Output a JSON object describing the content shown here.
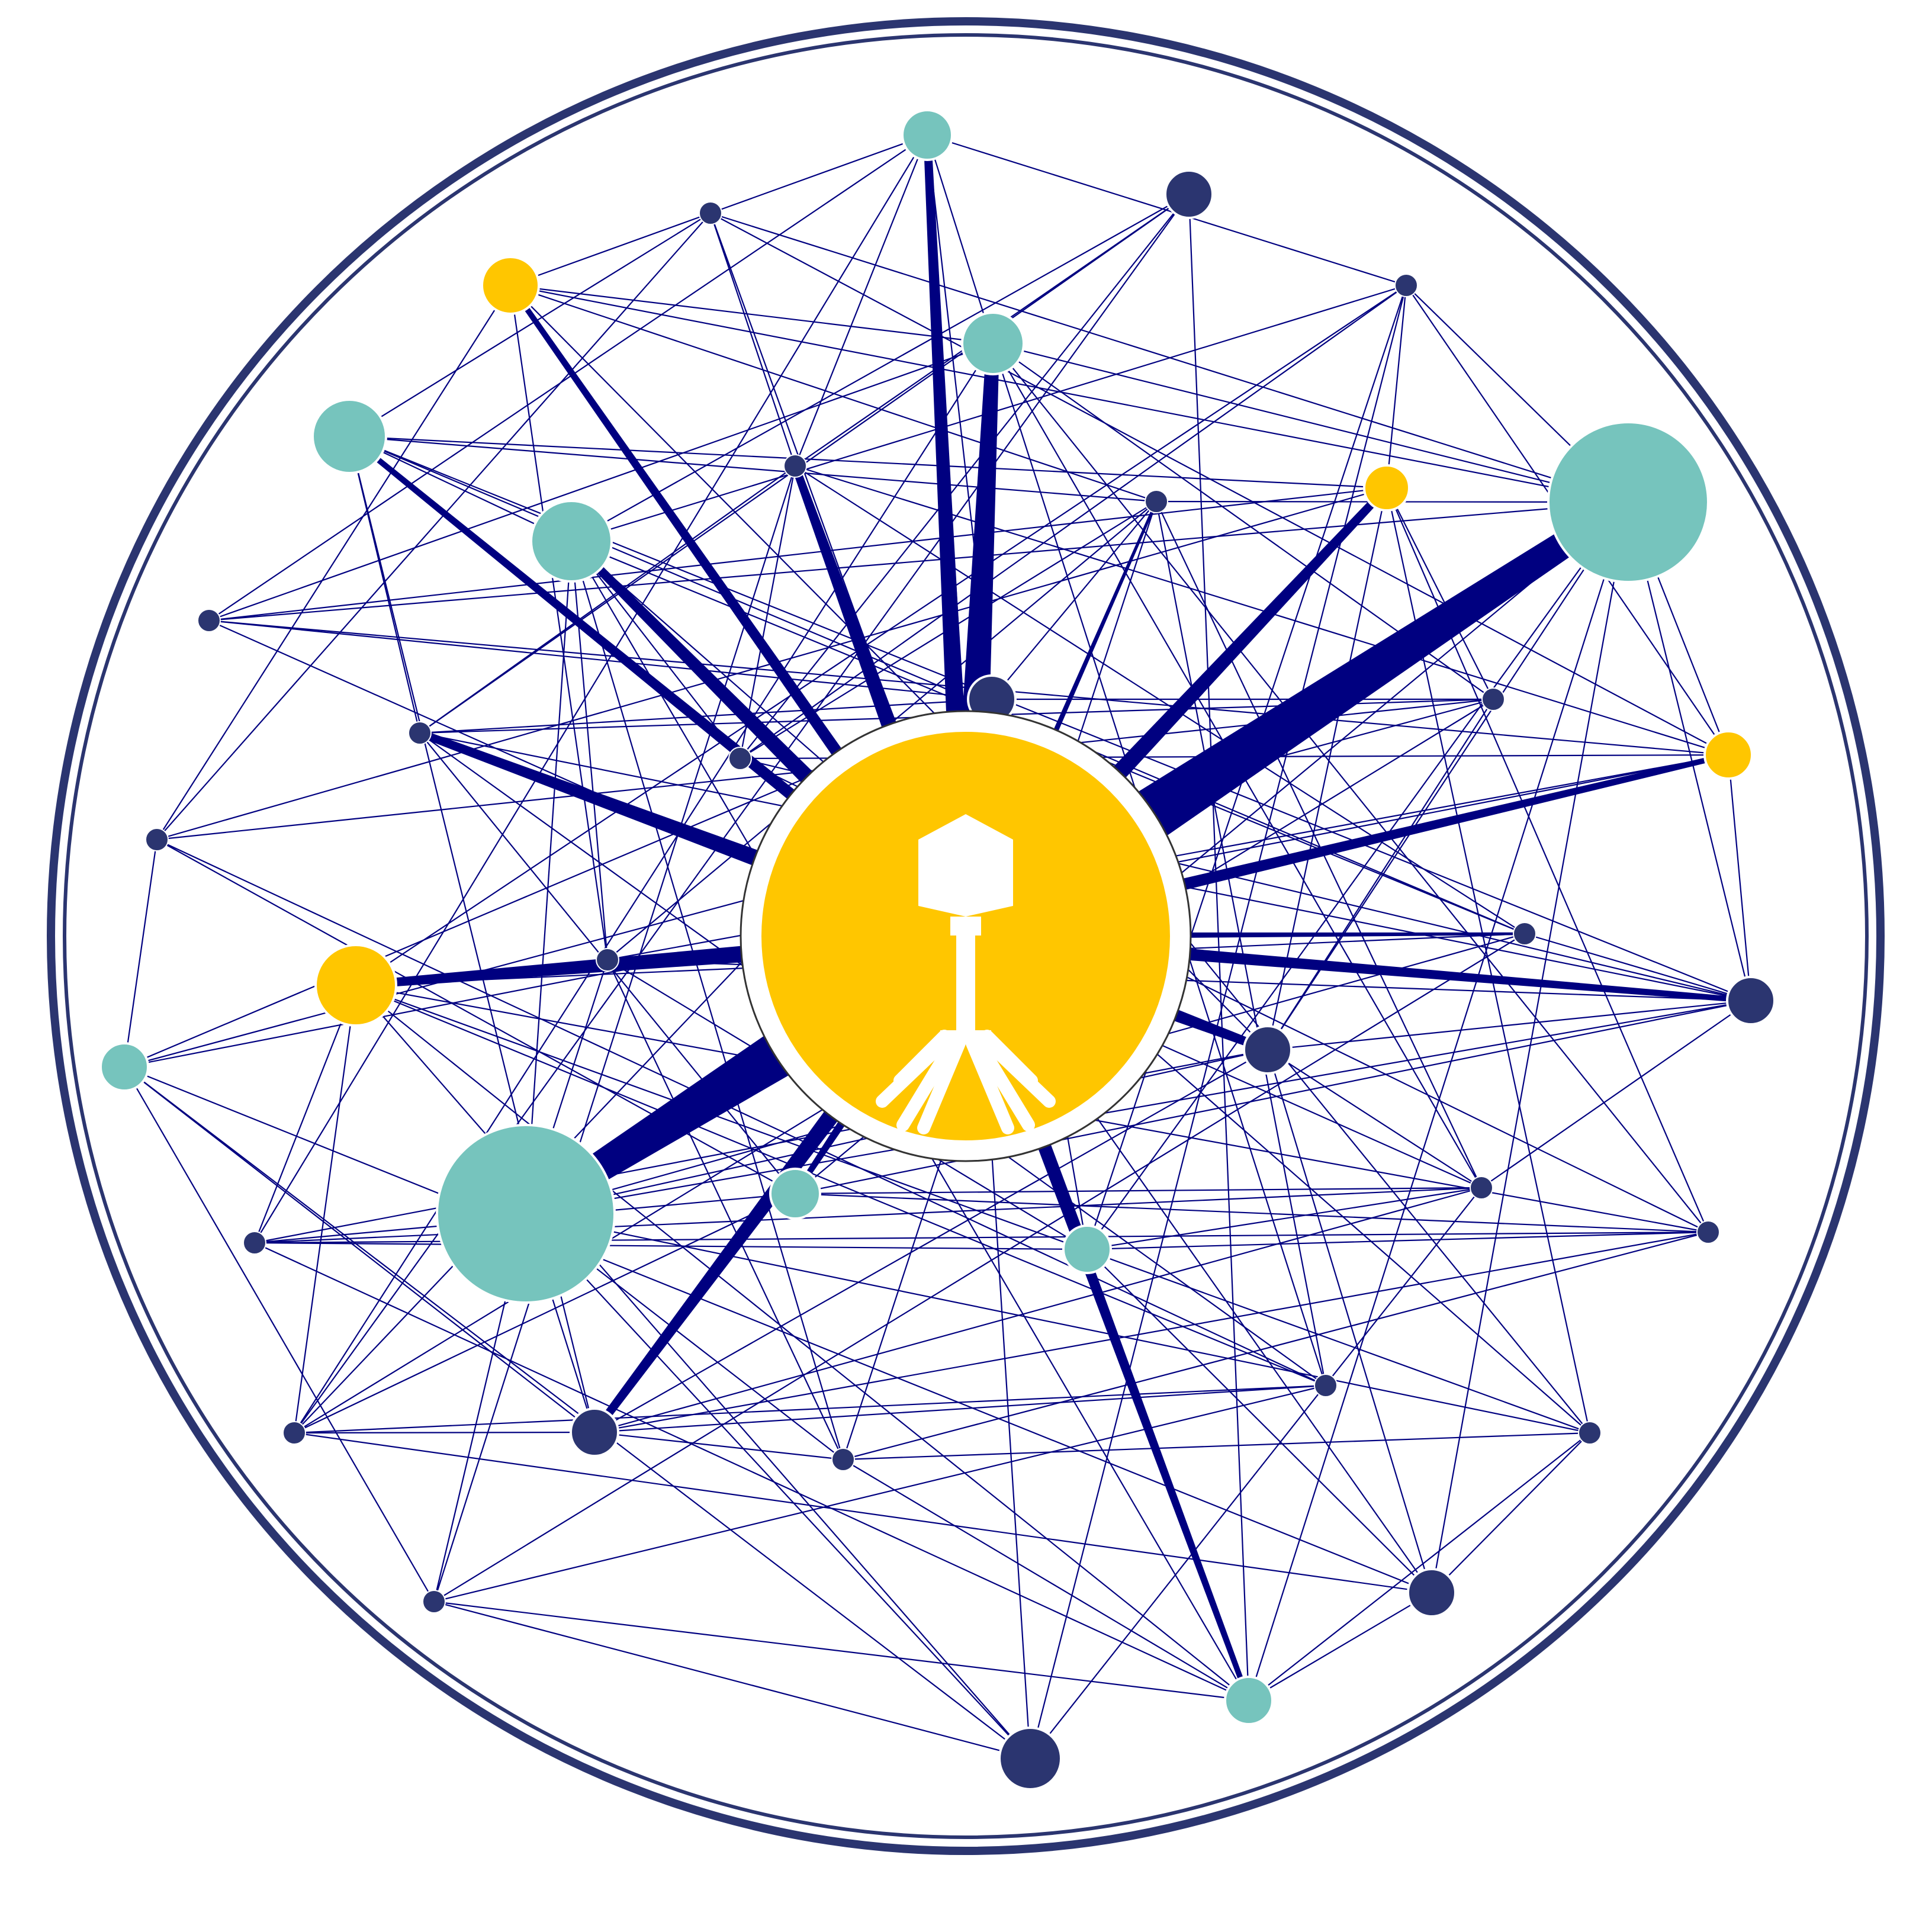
{
  "logo": {
    "name": "phage-network-logo",
    "palette": {
      "ring": "#2b3570",
      "edge": "#000080",
      "teal": "#76c4bd",
      "gold": "#ffc600",
      "navy": "#2b3570",
      "icon": "#ffffff",
      "background": "#ffffff"
    },
    "center_icon": "bacteriophage-icon"
  },
  "graph": {
    "nodes": [
      {
        "id": "n1",
        "color": "teal",
        "size": "small"
      },
      {
        "id": "n2",
        "color": "navy",
        "size": "small"
      },
      {
        "id": "n3",
        "color": "navy",
        "size": "tiny"
      },
      {
        "id": "n4",
        "color": "gold",
        "size": "small"
      },
      {
        "id": "n5",
        "color": "navy",
        "size": "tiny"
      },
      {
        "id": "n6",
        "color": "teal",
        "size": "small"
      },
      {
        "id": "n7",
        "color": "teal",
        "size": "small"
      },
      {
        "id": "n8",
        "color": "teal",
        "size": "large"
      },
      {
        "id": "n9",
        "color": "gold",
        "size": "small"
      },
      {
        "id": "n10",
        "color": "navy",
        "size": "tiny"
      },
      {
        "id": "n11",
        "color": "teal",
        "size": "medium"
      },
      {
        "id": "n12",
        "color": "navy",
        "size": "tiny"
      },
      {
        "id": "n13",
        "color": "navy",
        "size": "tiny"
      },
      {
        "id": "n14",
        "color": "navy",
        "size": "tiny"
      },
      {
        "id": "n15",
        "color": "navy",
        "size": "small"
      },
      {
        "id": "n16",
        "color": "navy",
        "size": "tiny"
      },
      {
        "id": "n17",
        "color": "navy",
        "size": "tiny"
      },
      {
        "id": "n18",
        "color": "navy",
        "size": "tiny"
      },
      {
        "id": "n19",
        "color": "navy",
        "size": "tiny"
      },
      {
        "id": "n20",
        "color": "gold",
        "size": "medium"
      },
      {
        "id": "n21",
        "color": "navy",
        "size": "tiny"
      },
      {
        "id": "n22",
        "color": "navy",
        "size": "small"
      },
      {
        "id": "n23",
        "color": "teal",
        "size": "small"
      },
      {
        "id": "n24",
        "color": "navy",
        "size": "small"
      },
      {
        "id": "n25",
        "color": "teal",
        "size": "large"
      },
      {
        "id": "n26",
        "color": "teal",
        "size": "small"
      },
      {
        "id": "n27",
        "color": "teal",
        "size": "small"
      },
      {
        "id": "n28",
        "color": "navy",
        "size": "tiny"
      },
      {
        "id": "n29",
        "color": "navy",
        "size": "tiny"
      },
      {
        "id": "n30",
        "color": "navy",
        "size": "tiny"
      },
      {
        "id": "n31",
        "color": "navy",
        "size": "small"
      },
      {
        "id": "n32",
        "color": "navy",
        "size": "tiny"
      },
      {
        "id": "n33",
        "color": "navy",
        "size": "tiny"
      },
      {
        "id": "n34",
        "color": "navy",
        "size": "tiny"
      },
      {
        "id": "n35",
        "color": "navy",
        "size": "small"
      },
      {
        "id": "n36",
        "color": "navy",
        "size": "tiny"
      },
      {
        "id": "n37",
        "color": "navy",
        "size": "tiny"
      },
      {
        "id": "n38",
        "color": "navy",
        "size": "tiny"
      },
      {
        "id": "n39",
        "color": "gold",
        "size": "small"
      },
      {
        "id": "n40",
        "color": "teal",
        "size": "small"
      }
    ],
    "hub_links": [
      {
        "to": "n1",
        "weight": 3
      },
      {
        "to": "n6",
        "weight": 5
      },
      {
        "to": "n7",
        "weight": 2
      },
      {
        "to": "n8",
        "weight": 9
      },
      {
        "to": "n9",
        "weight": 3
      },
      {
        "to": "n10",
        "weight": 3
      },
      {
        "to": "n11",
        "weight": 3
      },
      {
        "to": "n14",
        "weight": 3
      },
      {
        "to": "n15",
        "weight": 2
      },
      {
        "to": "n20",
        "weight": 2
      },
      {
        "to": "n22",
        "weight": 2
      },
      {
        "to": "n24",
        "weight": 3
      },
      {
        "to": "n25",
        "weight": 9
      },
      {
        "to": "n26",
        "weight": 2
      },
      {
        "to": "n27",
        "weight": 2
      },
      {
        "to": "n31",
        "weight": 3
      },
      {
        "to": "n39",
        "weight": 3
      },
      {
        "to": "n40",
        "weight": 2
      },
      {
        "to": "n4",
        "weight": 2
      },
      {
        "to": "n17",
        "weight": 1
      },
      {
        "to": "n12",
        "weight": 1
      }
    ],
    "links": [
      [
        "n1",
        "n6"
      ],
      [
        "n1",
        "n13"
      ],
      [
        "n1",
        "n3"
      ],
      [
        "n1",
        "n10"
      ],
      [
        "n1",
        "n5"
      ],
      [
        "n1",
        "n15"
      ],
      [
        "n1",
        "n29"
      ],
      [
        "n2",
        "n14"
      ],
      [
        "n2",
        "n10"
      ],
      [
        "n2",
        "n11"
      ],
      [
        "n2",
        "n34"
      ],
      [
        "n3",
        "n4"
      ],
      [
        "n3",
        "n10"
      ],
      [
        "n3",
        "n8"
      ],
      [
        "n3",
        "n18"
      ],
      [
        "n3",
        "n40"
      ],
      [
        "n3",
        "n7"
      ],
      [
        "n4",
        "n6"
      ],
      [
        "n4",
        "n8"
      ],
      [
        "n4",
        "n21"
      ],
      [
        "n4",
        "n24"
      ],
      [
        "n4",
        "n18"
      ],
      [
        "n5",
        "n8"
      ],
      [
        "n5",
        "n9"
      ],
      [
        "n5",
        "n11"
      ],
      [
        "n5",
        "n20"
      ],
      [
        "n5",
        "n16"
      ],
      [
        "n5",
        "n27"
      ],
      [
        "n5",
        "n38"
      ],
      [
        "n6",
        "n8"
      ],
      [
        "n6",
        "n13"
      ],
      [
        "n6",
        "n33"
      ],
      [
        "n6",
        "n19"
      ],
      [
        "n6",
        "n28"
      ],
      [
        "n6",
        "n30"
      ],
      [
        "n7",
        "n11"
      ],
      [
        "n7",
        "n12"
      ],
      [
        "n7",
        "n17"
      ],
      [
        "n7",
        "n22"
      ],
      [
        "n7",
        "n9"
      ],
      [
        "n7",
        "n31"
      ],
      [
        "n7",
        "n14"
      ],
      [
        "n8",
        "n13"
      ],
      [
        "n8",
        "n12"
      ],
      [
        "n8",
        "n22"
      ],
      [
        "n8",
        "n35"
      ],
      [
        "n8",
        "n20"
      ],
      [
        "n9",
        "n19"
      ],
      [
        "n9",
        "n24"
      ],
      [
        "n9",
        "n36"
      ],
      [
        "n9",
        "n18"
      ],
      [
        "n9",
        "n30"
      ],
      [
        "n10",
        "n14"
      ],
      [
        "n10",
        "n16"
      ],
      [
        "n10",
        "n20"
      ],
      [
        "n10",
        "n17"
      ],
      [
        "n10",
        "n37"
      ],
      [
        "n11",
        "n16"
      ],
      [
        "n11",
        "n17"
      ],
      [
        "n11",
        "n21"
      ],
      [
        "n11",
        "n25"
      ],
      [
        "n11",
        "n32"
      ],
      [
        "n11",
        "n40"
      ],
      [
        "n12",
        "n15"
      ],
      [
        "n12",
        "n16"
      ],
      [
        "n12",
        "n21"
      ],
      [
        "n12",
        "n28"
      ],
      [
        "n12",
        "n32"
      ],
      [
        "n12",
        "n33"
      ],
      [
        "n13",
        "n15"
      ],
      [
        "n13",
        "n28"
      ],
      [
        "n13",
        "n20"
      ],
      [
        "n13",
        "n9"
      ],
      [
        "n14",
        "n15"
      ],
      [
        "n14",
        "n19"
      ],
      [
        "n14",
        "n33"
      ],
      [
        "n14",
        "n26"
      ],
      [
        "n14",
        "n22"
      ],
      [
        "n15",
        "n23"
      ],
      [
        "n15",
        "n27"
      ],
      [
        "n15",
        "n34"
      ],
      [
        "n15",
        "n19"
      ],
      [
        "n15",
        "n36"
      ],
      [
        "n16",
        "n20"
      ],
      [
        "n16",
        "n30"
      ],
      [
        "n16",
        "n22"
      ],
      [
        "n16",
        "n2"
      ],
      [
        "n17",
        "n22"
      ],
      [
        "n17",
        "n25"
      ],
      [
        "n17",
        "n39"
      ],
      [
        "n17",
        "n37"
      ],
      [
        "n18",
        "n19"
      ],
      [
        "n18",
        "n26"
      ],
      [
        "n18",
        "n33"
      ],
      [
        "n18",
        "n23"
      ],
      [
        "n19",
        "n24"
      ],
      [
        "n19",
        "n34"
      ],
      [
        "n19",
        "n23"
      ],
      [
        "n20",
        "n22"
      ],
      [
        "n20",
        "n23"
      ],
      [
        "n20",
        "n21"
      ],
      [
        "n20",
        "n3"
      ],
      [
        "n21",
        "n22"
      ],
      [
        "n21",
        "n25"
      ],
      [
        "n21",
        "n27"
      ],
      [
        "n21",
        "n32"
      ],
      [
        "n22",
        "n25"
      ],
      [
        "n22",
        "n28"
      ],
      [
        "n22",
        "n24"
      ],
      [
        "n22",
        "n26"
      ],
      [
        "n23",
        "n35"
      ],
      [
        "n23",
        "n38"
      ],
      [
        "n23",
        "n37"
      ],
      [
        "n23",
        "n31"
      ],
      [
        "n24",
        "n25"
      ],
      [
        "n24",
        "n31"
      ],
      [
        "n24",
        "n35"
      ],
      [
        "n24",
        "n28"
      ],
      [
        "n24",
        "n29"
      ],
      [
        "n25",
        "n31"
      ],
      [
        "n25",
        "n36"
      ],
      [
        "n25",
        "n32"
      ],
      [
        "n25",
        "n37"
      ],
      [
        "n25",
        "n38"
      ],
      [
        "n26",
        "n28"
      ],
      [
        "n26",
        "n29"
      ],
      [
        "n26",
        "n30"
      ],
      [
        "n26",
        "n34"
      ],
      [
        "n27",
        "n30"
      ],
      [
        "n27",
        "n28"
      ],
      [
        "n27",
        "n35"
      ],
      [
        "n27",
        "n29"
      ],
      [
        "n28",
        "n29"
      ],
      [
        "n28",
        "n31"
      ],
      [
        "n28",
        "n38"
      ],
      [
        "n29",
        "n30"
      ],
      [
        "n29",
        "n40"
      ],
      [
        "n29",
        "n39"
      ],
      [
        "n30",
        "n31"
      ],
      [
        "n30",
        "n39"
      ],
      [
        "n30",
        "n32"
      ],
      [
        "n31",
        "n32"
      ],
      [
        "n31",
        "n33"
      ],
      [
        "n31",
        "n34"
      ],
      [
        "n32",
        "n36"
      ],
      [
        "n32",
        "n40"
      ],
      [
        "n33",
        "n34"
      ],
      [
        "n33",
        "n37"
      ],
      [
        "n33",
        "n39"
      ],
      [
        "n34",
        "n39"
      ],
      [
        "n34",
        "n35"
      ],
      [
        "n35",
        "n36"
      ],
      [
        "n35",
        "n40"
      ],
      [
        "n36",
        "n40"
      ],
      [
        "n36",
        "n39"
      ],
      [
        "n37",
        "n38"
      ],
      [
        "n37",
        "n40"
      ],
      [
        "n38",
        "n39"
      ],
      [
        "n38",
        "n1"
      ],
      [
        "n39",
        "n40"
      ],
      [
        "n39",
        "n5"
      ],
      [
        "n40",
        "n2"
      ],
      [
        "n40",
        "n8"
      ],
      [
        "n27",
        "n8"
      ],
      [
        "n26",
        "n8"
      ],
      [
        "n24",
        "n8"
      ],
      [
        "n34",
        "n6"
      ],
      [
        "n35",
        "n4"
      ],
      [
        "n36",
        "n11"
      ],
      [
        "n12",
        "n4"
      ]
    ]
  }
}
